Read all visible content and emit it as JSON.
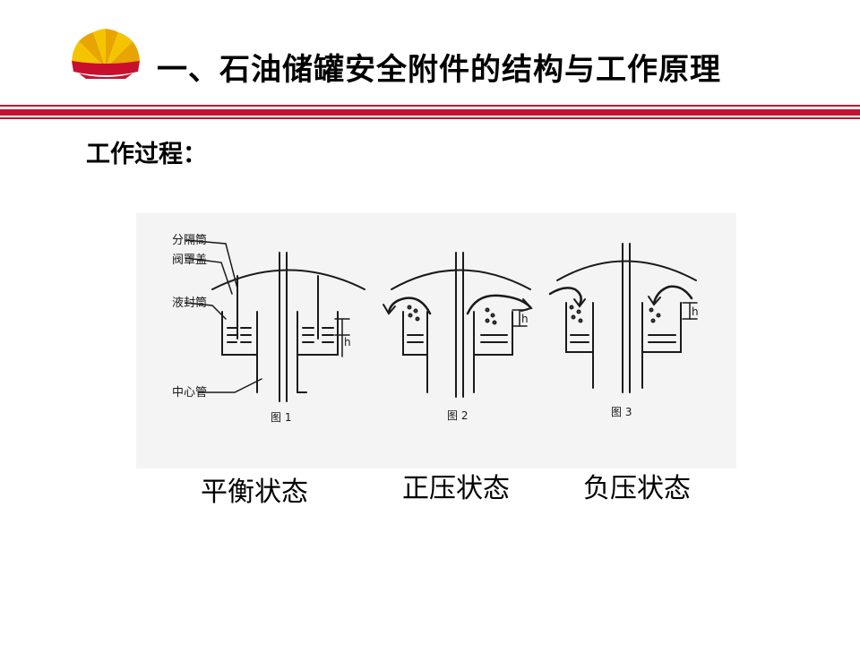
{
  "header": {
    "title": "一、石油储罐安全附件的结构与工作原理",
    "logo_icon": "petrochina-logo-icon"
  },
  "section": {
    "subtitle": "工作过程："
  },
  "diagram": {
    "part_labels": [
      "分隔筒",
      "阀罩盖",
      "液封筒",
      "中心管"
    ],
    "figure_labels": [
      "图 1",
      "图 2",
      "图 3"
    ],
    "level_mark": "h"
  },
  "states": [
    "平衡状态",
    "正压状态",
    "负压状态"
  ],
  "colors": {
    "accent_red": "#c8102e",
    "logo_yellow": "#f5c400",
    "line": "#1a1a1a",
    "figure_bg": "#f4f4f4"
  }
}
